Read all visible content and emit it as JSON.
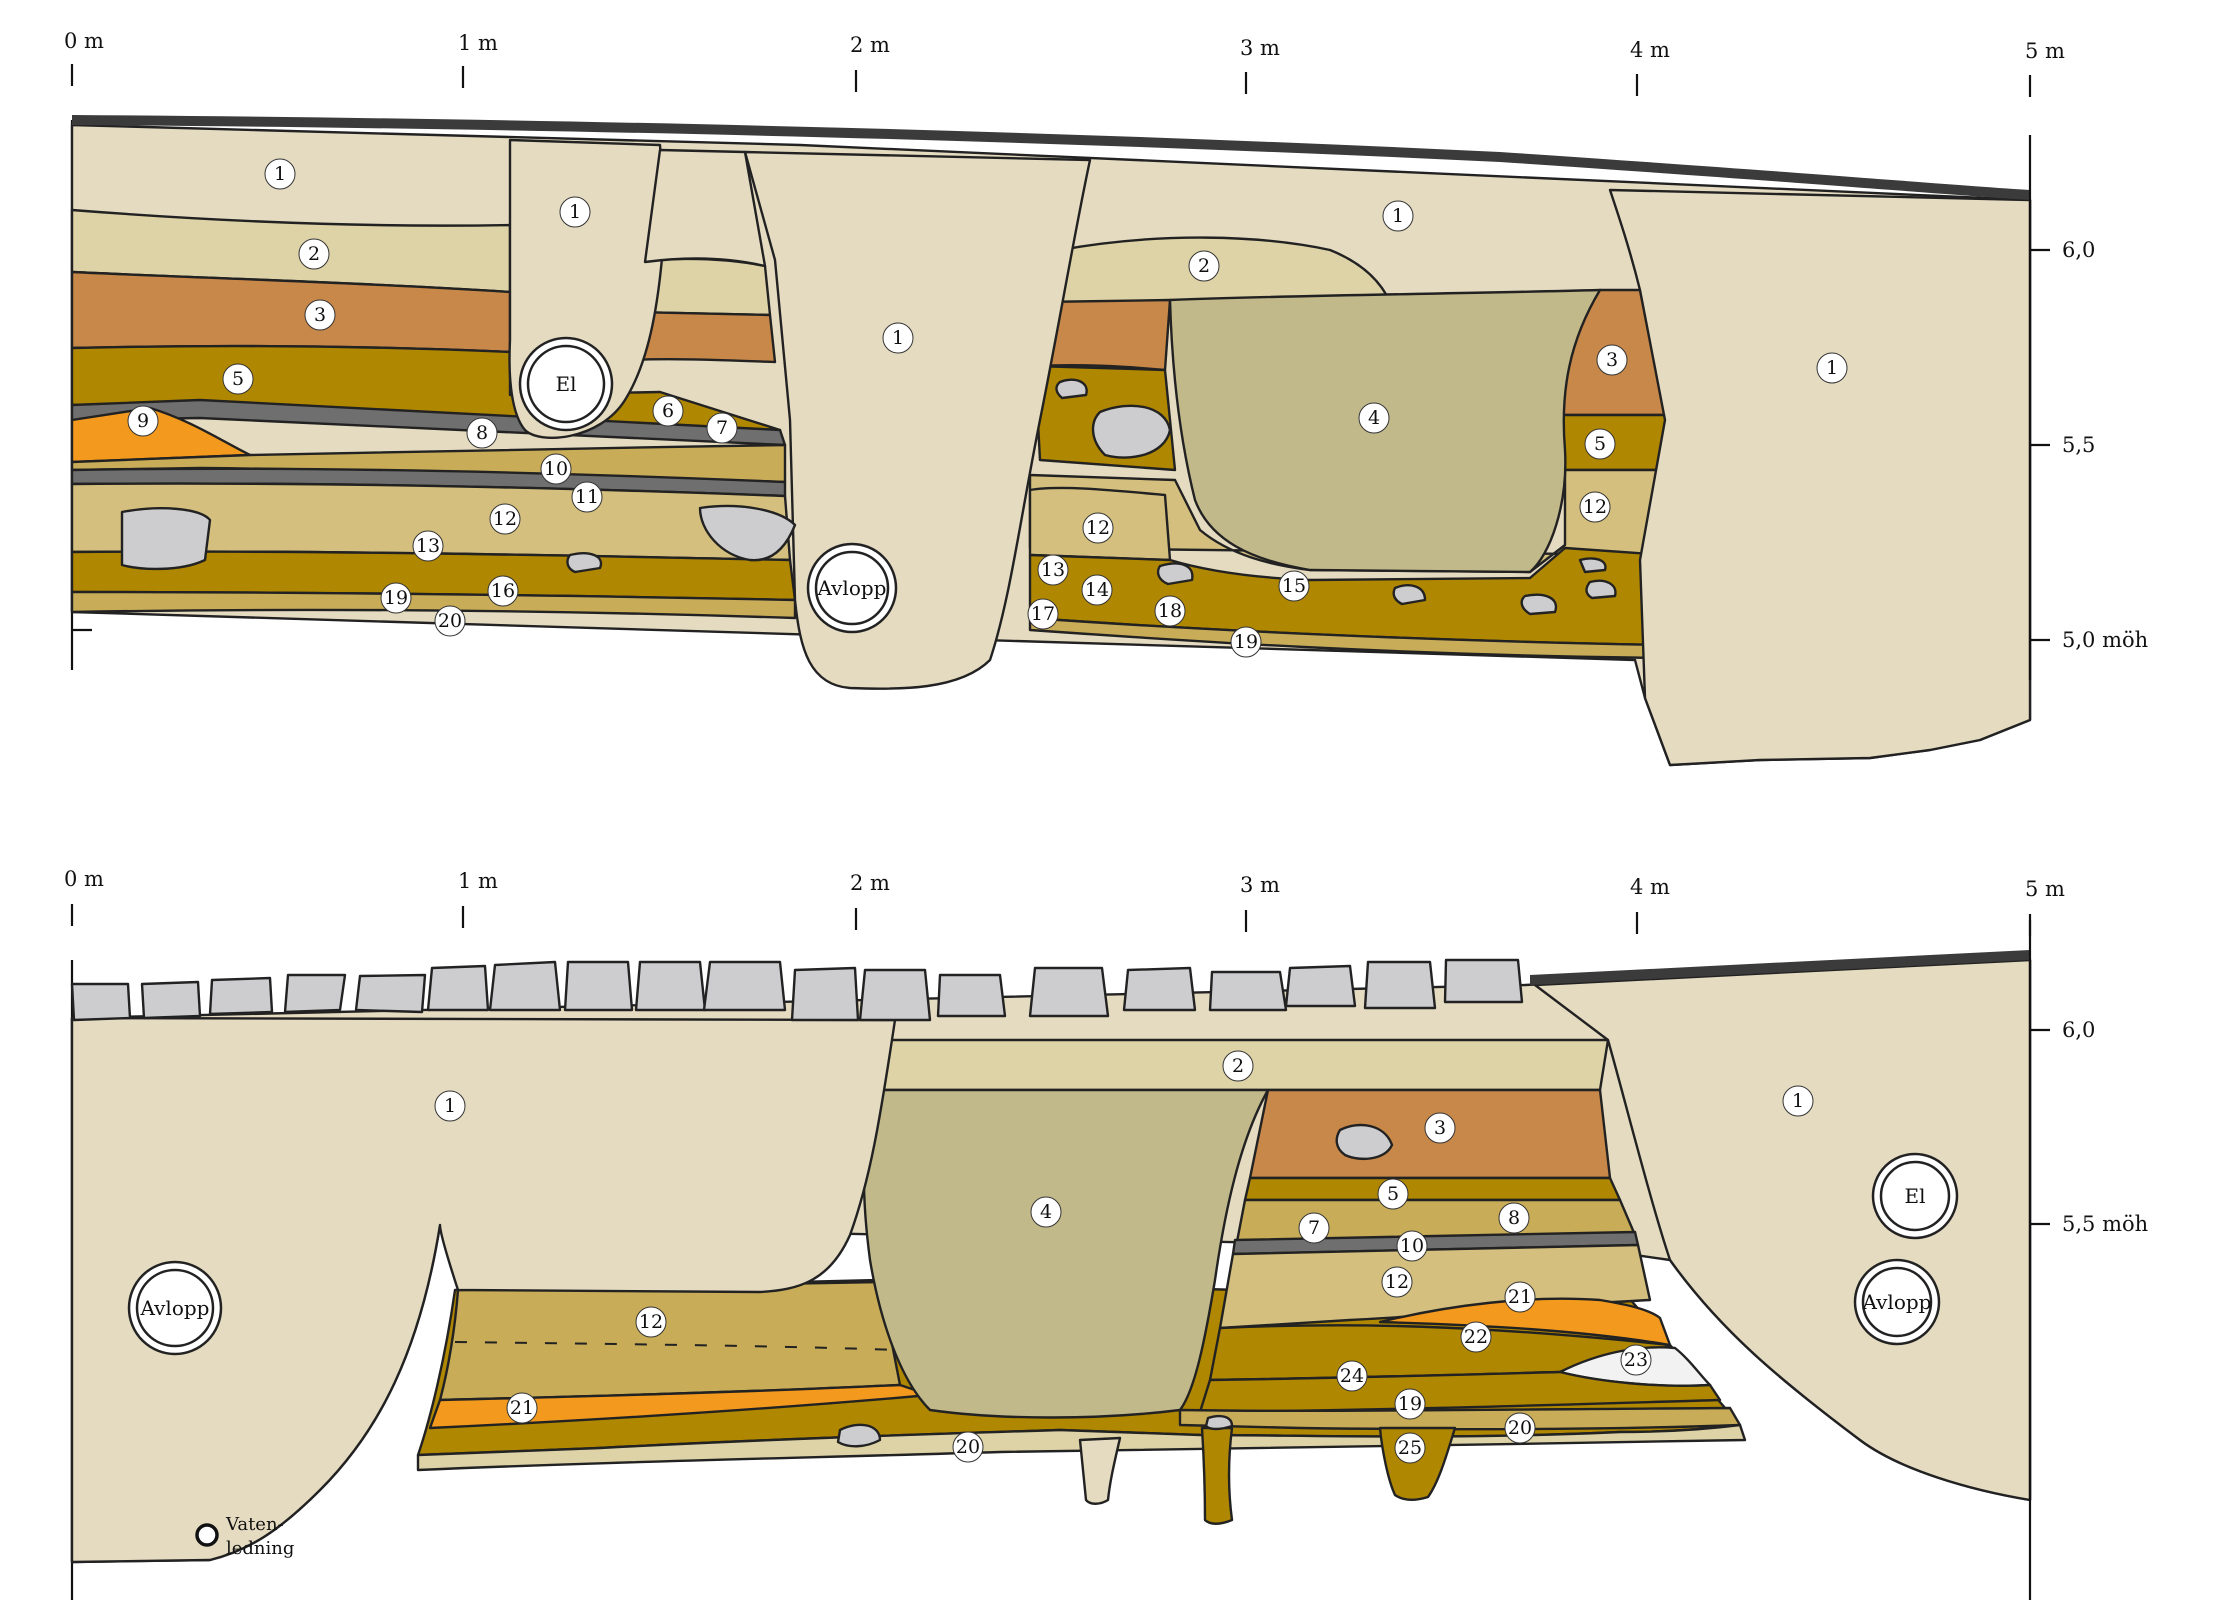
{
  "colors": {
    "fill": "#e5dbc1",
    "gravel": "#ddd3a6",
    "brick": "#c78849",
    "olive": "#b08700",
    "tan": "#c8ac58",
    "lightTan": "#d4bf7e",
    "orange": "#f39a1e",
    "grey": "#6f6f6f",
    "stone": "#cdcdd0",
    "pit": "#c2b98a",
    "topsoil": "#3b3b3b",
    "white": "#f2f2f2"
  },
  "upper": {
    "xaxis": [
      "0 m",
      "1 m",
      "2 m",
      "3 m",
      "4 m",
      "5 m"
    ],
    "yaxis": [
      "6,0",
      "5,5",
      "5,0 möh"
    ],
    "layers": {
      "l1a": "1",
      "l1b": "1",
      "l1c": "1",
      "l1d": "1",
      "l1e": "1",
      "l2a": "2",
      "l2b": "2",
      "l3a": "3",
      "l3b": "3",
      "l4": "4",
      "l5a": "5",
      "l5b": "5",
      "l6": "6",
      "l7": "7",
      "l8": "8",
      "l9": "9",
      "l10": "10",
      "l11": "11",
      "l12a": "12",
      "l12b": "12",
      "l12c": "12",
      "l13a": "13",
      "l13b": "13",
      "l14": "14",
      "l15": "15",
      "l16": "16",
      "l17": "17",
      "l18": "18",
      "l19a": "19",
      "l19b": "19",
      "l20": "20"
    },
    "pipes": {
      "el": "El",
      "avlopp": "Avlopp"
    }
  },
  "lower": {
    "xaxis": [
      "0 m",
      "1 m",
      "2 m",
      "3 m",
      "4 m",
      "5 m"
    ],
    "yaxis": [
      "6,0",
      "5,5 möh"
    ],
    "layers": {
      "l1a": "1",
      "l1b": "1",
      "l2": "2",
      "l3": "3",
      "l4": "4",
      "l5": "5",
      "l7": "7",
      "l8": "8",
      "l10": "10",
      "l12a": "12",
      "l12b": "12",
      "l19": "19",
      "l20a": "20",
      "l20b": "20",
      "l21a": "21",
      "l21b": "21",
      "l22": "22",
      "l23": "23",
      "l24": "24",
      "l25": "25"
    },
    "pipes": {
      "avloppLeft": "Avlopp",
      "el": "El",
      "avloppRight": "Avlopp"
    },
    "legend": {
      "line1": "Vaten-",
      "line2": "ledning"
    }
  }
}
